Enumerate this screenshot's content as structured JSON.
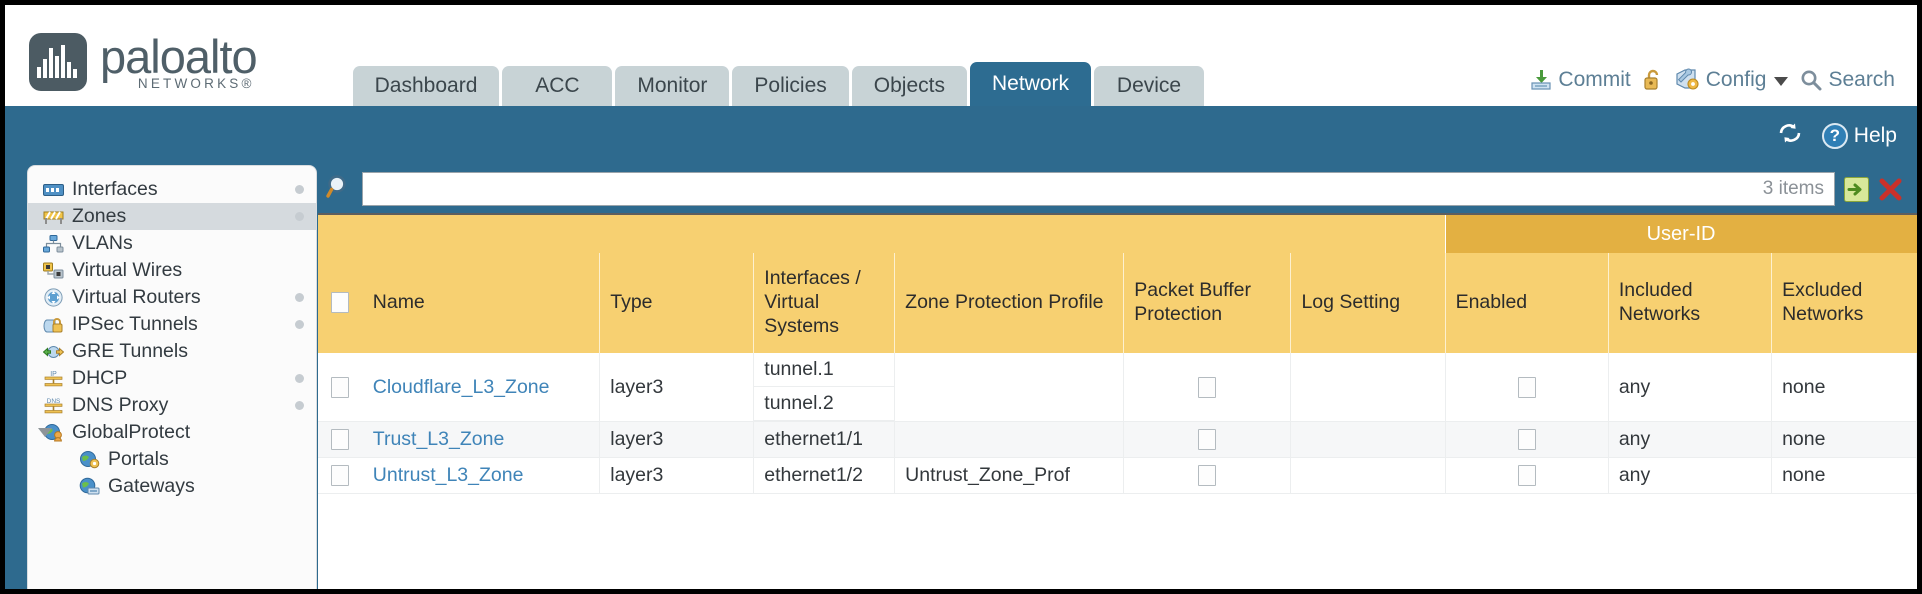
{
  "brand": {
    "name": "paloalto",
    "tagline": "NETWORKS®",
    "logo_icon": "soundwave-logo-icon"
  },
  "header": {
    "tabs": [
      {
        "label": "Dashboard",
        "active": false
      },
      {
        "label": "ACC",
        "active": false
      },
      {
        "label": "Monitor",
        "active": false
      },
      {
        "label": "Policies",
        "active": false
      },
      {
        "label": "Objects",
        "active": false
      },
      {
        "label": "Network",
        "active": true
      },
      {
        "label": "Device",
        "active": false
      }
    ],
    "tools": {
      "commit_label": "Commit",
      "commit_icon": "commit-save-icon",
      "lock_icon": "unlocked-padlock-icon",
      "config_label": "Config",
      "config_icon": "wrench-gear-icon",
      "config_caret": "chevron-down-icon",
      "search_label": "Search",
      "search_icon": "magnifier-icon"
    }
  },
  "band": {
    "refresh_icon": "refresh-icon",
    "help_label": "Help",
    "help_icon": "question-mark-icon"
  },
  "sidebar": {
    "items": [
      {
        "label": "Interfaces",
        "icon": "interfaces-icon",
        "selected": false,
        "dot": true,
        "child": false,
        "arrow": false
      },
      {
        "label": "Zones",
        "icon": "zones-icon",
        "selected": true,
        "dot": true,
        "child": false,
        "arrow": false
      },
      {
        "label": "VLANs",
        "icon": "vlans-icon",
        "selected": false,
        "dot": false,
        "child": false,
        "arrow": false
      },
      {
        "label": "Virtual Wires",
        "icon": "virtual-wires-icon",
        "selected": false,
        "dot": false,
        "child": false,
        "arrow": false
      },
      {
        "label": "Virtual Routers",
        "icon": "virtual-routers-icon",
        "selected": false,
        "dot": true,
        "child": false,
        "arrow": false
      },
      {
        "label": "IPSec Tunnels",
        "icon": "ipsec-tunnels-icon",
        "selected": false,
        "dot": true,
        "child": false,
        "arrow": false
      },
      {
        "label": "GRE Tunnels",
        "icon": "gre-tunnels-icon",
        "selected": false,
        "dot": false,
        "child": false,
        "arrow": false
      },
      {
        "label": "DHCP",
        "icon": "dhcp-icon",
        "selected": false,
        "dot": true,
        "child": false,
        "arrow": false
      },
      {
        "label": "DNS Proxy",
        "icon": "dns-proxy-icon",
        "selected": false,
        "dot": true,
        "child": false,
        "arrow": false
      },
      {
        "label": "GlobalProtect",
        "icon": "globalprotect-icon",
        "selected": false,
        "dot": false,
        "child": false,
        "arrow": true
      },
      {
        "label": "Portals",
        "icon": "portals-icon",
        "selected": false,
        "dot": false,
        "child": true,
        "arrow": false
      },
      {
        "label": "Gateways",
        "icon": "gateways-icon",
        "selected": false,
        "dot": false,
        "child": true,
        "arrow": false
      }
    ]
  },
  "search": {
    "value": "",
    "placeholder": "",
    "icon": "magnifier-icon",
    "item_count": "3 items",
    "go_icon": "green-arrow-right-icon",
    "clear_icon": "red-x-icon"
  },
  "table": {
    "group_header": {
      "user_id": "User-ID"
    },
    "columns": [
      "Name",
      "Type",
      "Interfaces / Virtual Systems",
      "Zone Protection Profile",
      "Packet Buffer Protection",
      "Log Setting",
      "Enabled",
      "Included Networks",
      "Excluded Networks"
    ],
    "rows": [
      {
        "name": "Cloudflare_L3_Zone",
        "type": "layer3",
        "interfaces": [
          "tunnel.1",
          "tunnel.2"
        ],
        "zone_protection_profile": "",
        "packet_buffer_protection": false,
        "log_setting": "",
        "userid_enabled": false,
        "included_networks": "any",
        "excluded_networks": "none",
        "selected": false
      },
      {
        "name": "Trust_L3_Zone",
        "type": "layer3",
        "interfaces": [
          "ethernet1/1"
        ],
        "zone_protection_profile": "",
        "packet_buffer_protection": false,
        "log_setting": "",
        "userid_enabled": false,
        "included_networks": "any",
        "excluded_networks": "none",
        "selected": false
      },
      {
        "name": "Untrust_L3_Zone",
        "type": "layer3",
        "interfaces": [
          "ethernet1/2"
        ],
        "zone_protection_profile": "Untrust_Zone_Prof",
        "packet_buffer_protection": false,
        "log_setting": "",
        "userid_enabled": false,
        "included_networks": "any",
        "excluded_networks": "none",
        "selected": false
      }
    ]
  },
  "colors": {
    "brand_blue": "#2e6a8e",
    "header_amber": "#f7d071",
    "group_amber": "#e3b042",
    "link_blue": "#3f84b8",
    "tab_gray": "#c8d3d6"
  }
}
